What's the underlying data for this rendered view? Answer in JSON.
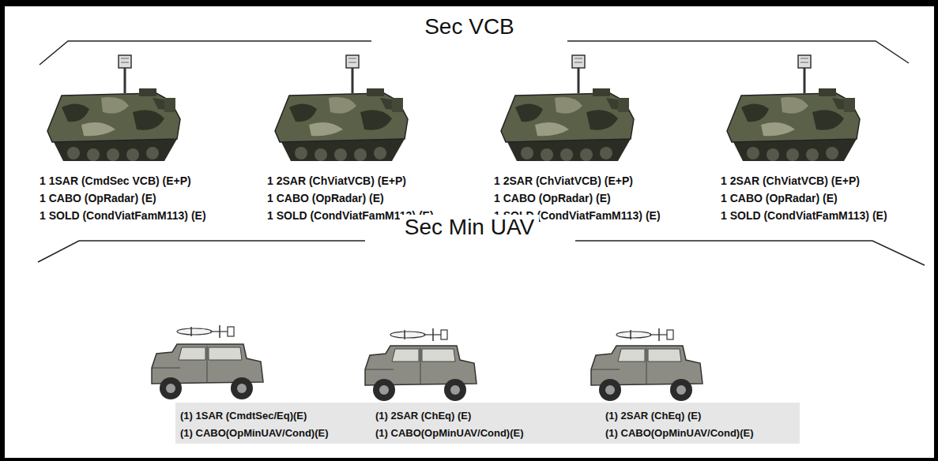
{
  "diagram": {
    "labels": [
      "Sec VCB",
      "1 1SAR (CmdSec VCB) (E+P)",
      "1 CABO (OpRadar) (E)",
      "1 SOLD (CondViatFamM113) (E)",
      "1 2SAR (ChViatVCB) (E+P)",
      "1 CABO (OpRadar) (E)",
      "1 SOLD (CondViatFamM113) (E)",
      "1 2SAR (ChViatVCB) (E+P)",
      "1 CABO (OpRadar) (E)",
      "1 SOLD (CondViatFamM113) (E)",
      "1 2SAR (ChViatVCB) (E+P)",
      "1 CABO (OpRadar) (E)",
      "1 SOLD (CondViatFamM113) (E)",
      "Sec Min UAV",
      "(1) 1SAR (CmdtSec/Eq)(E)",
      "(1) CABO(OpMinUAV/Cond)(E)",
      "(1) 2SAR (ChEq) (E)",
      "(1) CABO(OpMinUAV/Cond)(E)",
      "(1) 2SAR (ChEq) (E)",
      "(1) CABO(OpMinUAV/Cond)(E)"
    ]
  }
}
